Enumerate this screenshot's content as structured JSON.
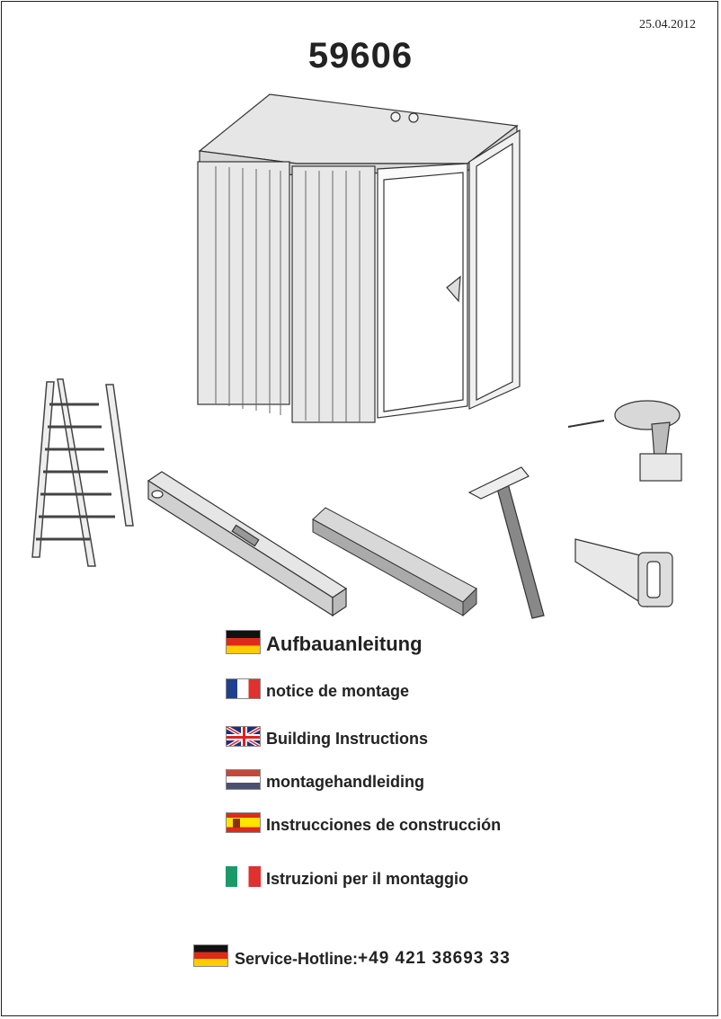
{
  "header": {
    "date": "25.04.2012",
    "model_number": "59606"
  },
  "languages": [
    {
      "flag": "de-flag-icon",
      "label": "Aufbauanleitung"
    },
    {
      "flag": "fr-flag-icon",
      "label": "notice de montage"
    },
    {
      "flag": "uk-flag-icon",
      "label": "Building Instructions"
    },
    {
      "flag": "nl-flag-icon",
      "label": "montagehandleiding"
    },
    {
      "flag": "es-flag-icon",
      "label": "Instrucciones de construcción"
    },
    {
      "flag": "it-flag-icon",
      "label": "Istruzioni per il montaggio"
    }
  ],
  "hotline": {
    "label": "Service-Hotline:",
    "number": "+49 421 38693 33"
  },
  "colors": {
    "de_black": "#111111",
    "de_red": "#dd2a1b",
    "de_gold": "#ffcc00",
    "fr_blue": "#1f3f8f",
    "red": "#e03030",
    "nl_red": "#c04a38",
    "nl_blue": "#4a5070",
    "it_green": "#1a9a6a"
  }
}
